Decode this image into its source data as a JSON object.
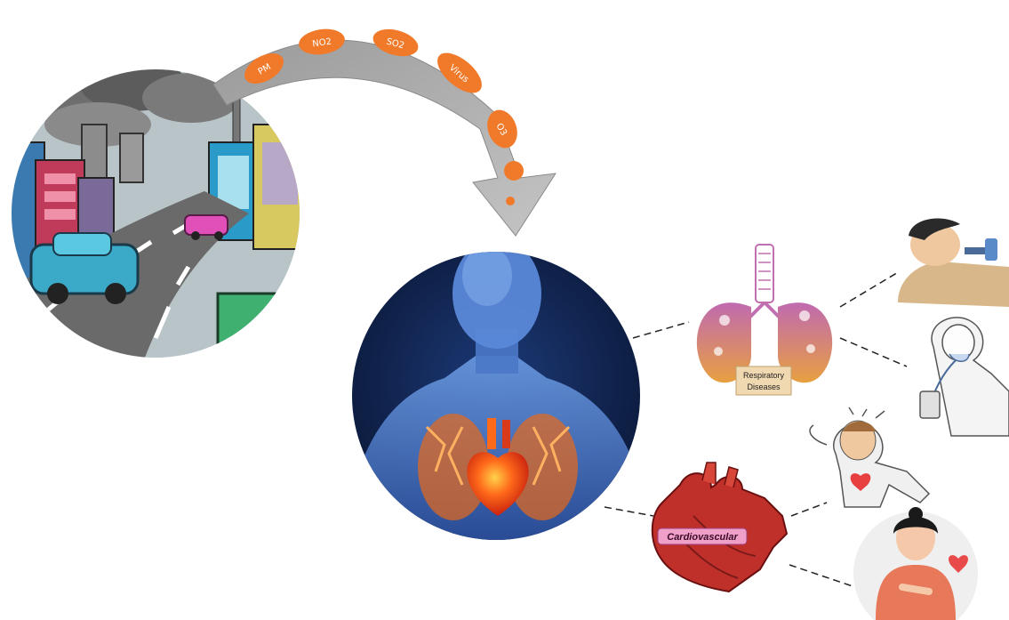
{
  "pollutants": [
    "PM",
    "NO2",
    "SO2",
    "Virus",
    "O3"
  ],
  "organs": {
    "respiratory_label_line1": "Respiratory",
    "respiratory_label_line2": "Diseases",
    "cardio_label": "Cardiovascular"
  },
  "colors": {
    "arrow_gray": "#a9a9a9",
    "pill_orange": "#f07a2a",
    "body_background": "#0d1f4a",
    "heart_red": "#c0302a"
  },
  "icons": {
    "city": "polluted-city-scene",
    "body": "human-body-heart-lungs",
    "lungs": "lungs-icon",
    "heart": "heart-icon",
    "patients": [
      "inhaler-patient",
      "oxygen-mask-patient",
      "headache-chest-pain-patient",
      "chest-pain-woman"
    ]
  }
}
